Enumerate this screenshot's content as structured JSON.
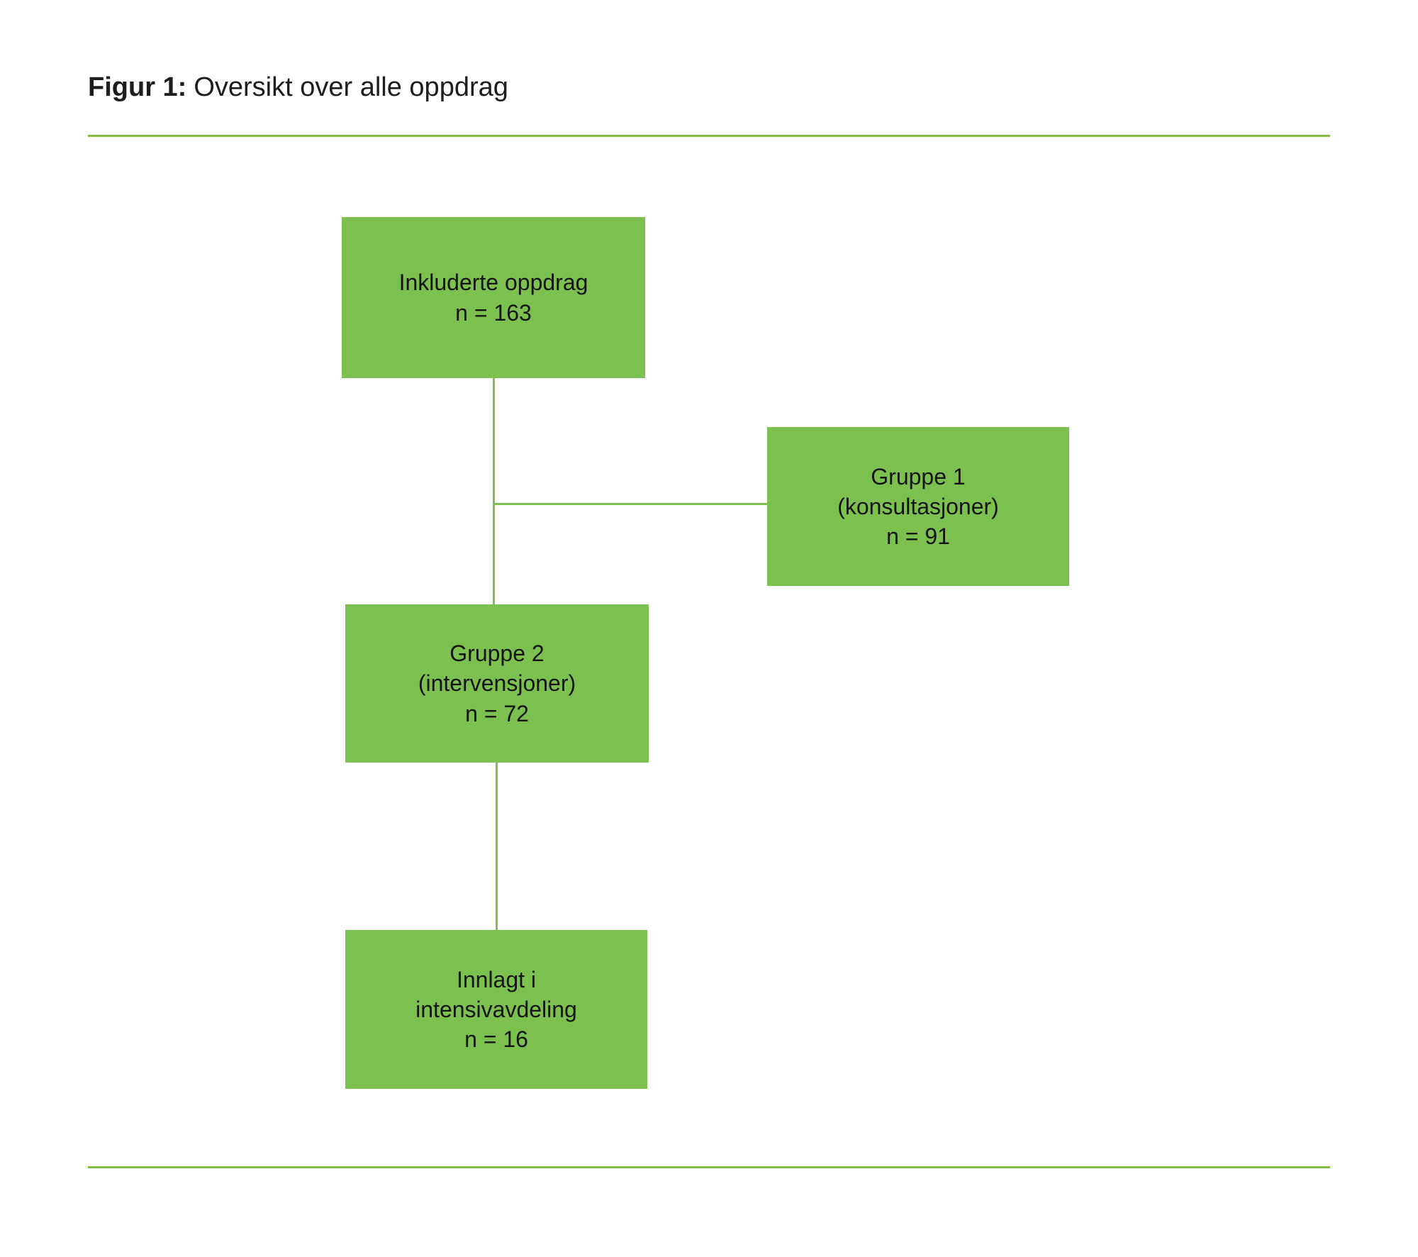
{
  "title": {
    "label": "Figur 1:",
    "text": "Oversikt over alle oppdrag"
  },
  "colors": {
    "box_green": "#7cc04f",
    "rule_green": "#84bd41",
    "connector_green": "#7cc04f",
    "text": "#141414"
  },
  "chart_data": {
    "type": "table",
    "title": "Figur 1: Oversikt over alle oppdrag",
    "nodes": [
      {
        "id": "inkluderte",
        "label": "Inkluderte oppdrag",
        "n": 163
      },
      {
        "id": "gruppe1",
        "label": "Gruppe 1 (konsultasjoner)",
        "n": 91
      },
      {
        "id": "gruppe2",
        "label": "Gruppe 2 (intervensjoner)",
        "n": 72
      },
      {
        "id": "innlagt",
        "label": "Innlagt i intensivavdeling",
        "n": 16
      }
    ],
    "edges": [
      [
        "inkluderte",
        "gruppe1"
      ],
      [
        "inkluderte",
        "gruppe2"
      ],
      [
        "gruppe2",
        "innlagt"
      ]
    ]
  },
  "boxes": [
    {
      "id": "inkluderte",
      "lines": [
        "Inkluderte oppdrag",
        "n = 163"
      ]
    },
    {
      "id": "gruppe1",
      "lines": [
        "Gruppe 1",
        "(konsultasjoner)",
        "n = 91"
      ]
    },
    {
      "id": "gruppe2",
      "lines": [
        "Gruppe 2",
        "(intervensjoner)",
        "n = 72"
      ]
    },
    {
      "id": "innlagt",
      "lines": [
        "Innlagt i",
        "intensivavdeling",
        "n = 16"
      ]
    }
  ]
}
